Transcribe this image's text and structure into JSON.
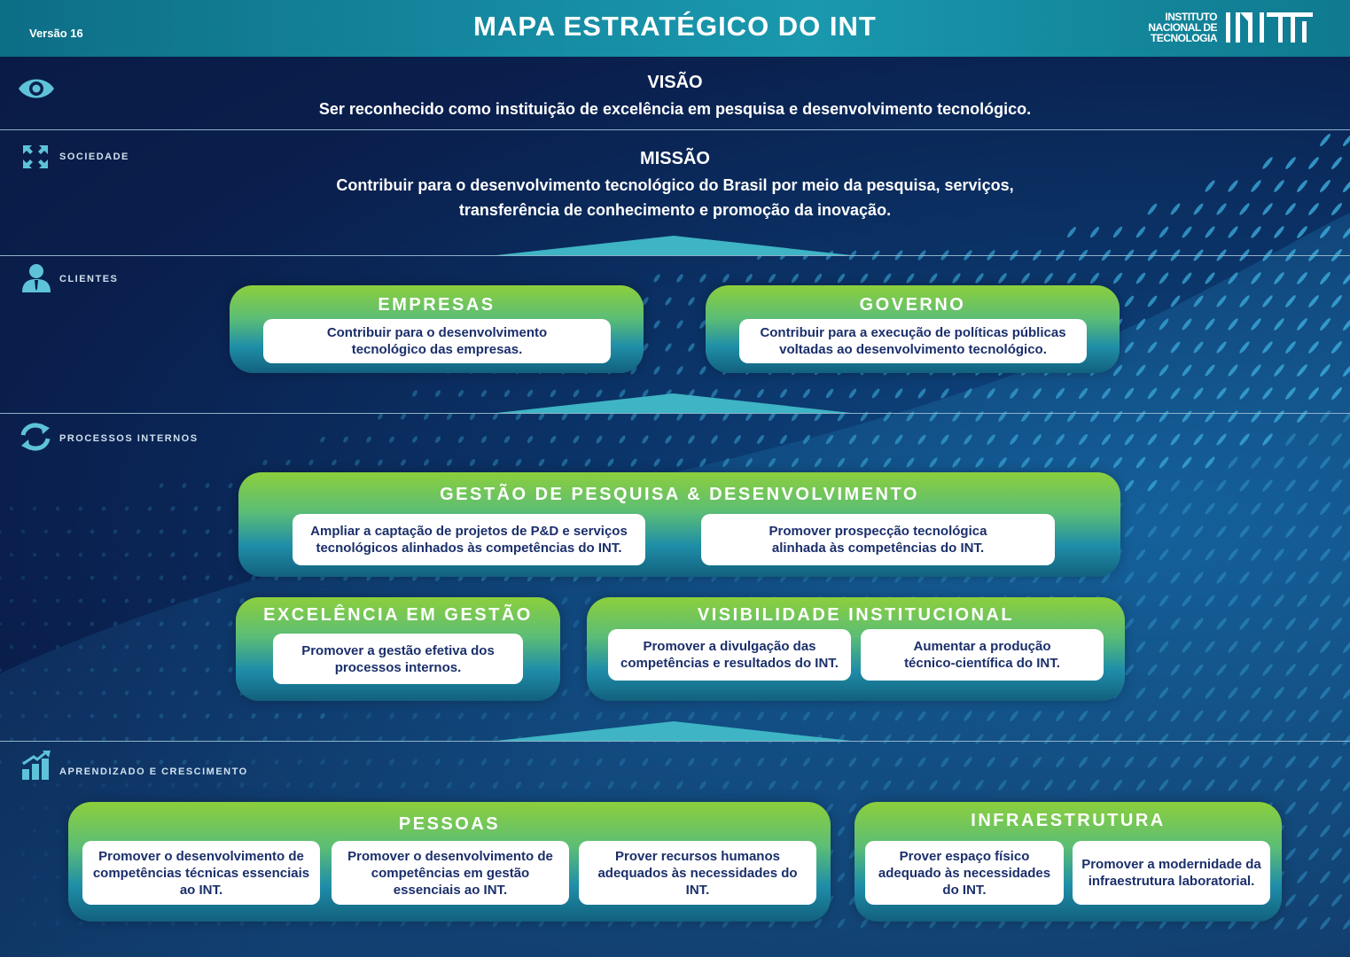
{
  "header": {
    "version": "Versão 16",
    "title": "MAPA ESTRATÉGICO DO INT",
    "logo_line1": "INSTITUTO",
    "logo_line2": "NACIONAL DE",
    "logo_line3": "TECNOLOGIA",
    "logo_mark": "INT"
  },
  "sections": {
    "sociedade": "SOCIEDADE",
    "clientes": "CLIENTES",
    "processos": "PROCESSOS INTERNOS",
    "aprendizado": "APRENDIZADO E CRESCIMENTO"
  },
  "visao": {
    "title": "VISÃO",
    "text": "Ser reconhecido como instituição de excelência em pesquisa e desenvolvimento tecnológico."
  },
  "missao": {
    "title": "MISSÃO",
    "line1": "Contribuir para o desenvolvimento tecnológico do Brasil por meio da pesquisa, serviços,",
    "line2": "transferência de conhecimento e promoção da inovação."
  },
  "clientes": {
    "empresas": {
      "title": "EMPRESAS",
      "card": "Contribuir para o desenvolvimento tecnológico das empresas."
    },
    "governo": {
      "title": "GOVERNO",
      "card": "Contribuir para a execução de políticas públicas voltadas ao desenvolvimento tecnológico."
    }
  },
  "processos": {
    "pd": {
      "title": "GESTÃO DE PESQUISA & DESENVOLVIMENTO",
      "cards": [
        "Ampliar a captação de projetos de P&D e serviços tecnológicos alinhados às competências do INT.",
        "Promover prospecção tecnológica alinhada às competências do INT."
      ]
    },
    "excelencia": {
      "title": "EXCELÊNCIA EM GESTÃO",
      "cards": [
        "Promover a gestão efetiva dos processos internos."
      ]
    },
    "visibilidade": {
      "title": "VISIBILIDADE INSTITUCIONAL",
      "cards": [
        "Promover a divulgação das competências e resultados do INT.",
        "Aumentar a produção técnico-científica do INT."
      ]
    }
  },
  "aprendizado": {
    "pessoas": {
      "title": "PESSOAS",
      "cards": [
        "Promover o desenvolvimento de competências técnicas essenciais ao INT.",
        "Promover o desenvolvimento de competências em gestão essenciais ao INT.",
        "Prover recursos humanos adequados às necessidades do INT."
      ]
    },
    "infra": {
      "title": "INFRAESTRUTURA",
      "cards": [
        "Prover espaço físico adequado às necessidades do INT.",
        "Promover a modernidade da infraestrutura laboratorial."
      ]
    }
  },
  "colors": {
    "header": "#178fa6",
    "background": "#0a1f4d",
    "box_top": "#8ccf3c",
    "box_bottom": "#12607e",
    "card_text": "#1b2f6b"
  }
}
